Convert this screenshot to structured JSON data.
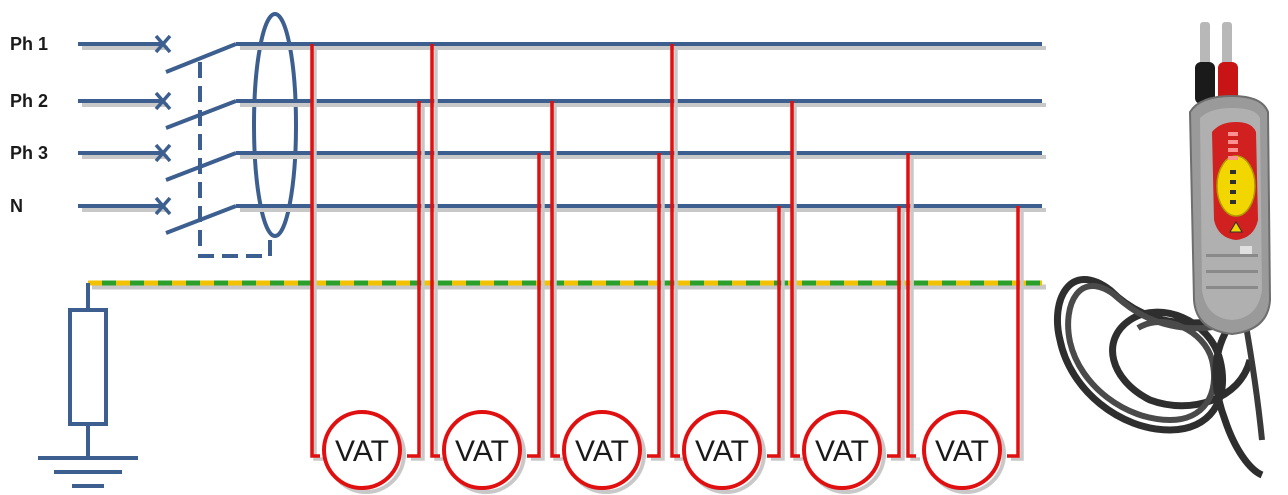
{
  "labels": {
    "ph1": "Ph 1",
    "ph2": "Ph 2",
    "ph3": "Ph 3",
    "n": "N"
  },
  "vat_label": "VAT",
  "colors": {
    "bus": "#3d5f8f",
    "test_leads": "#e01010",
    "earth_green": "#2aa02a",
    "earth_yellow": "#f2c200"
  },
  "icons": {
    "breaker": "breaker-cross-icon",
    "rcd": "rcd-toroid-icon",
    "earth": "earth-ground-icon",
    "resistor": "earth-resistor-icon",
    "tester": "voltage-tester-device-icon"
  }
}
